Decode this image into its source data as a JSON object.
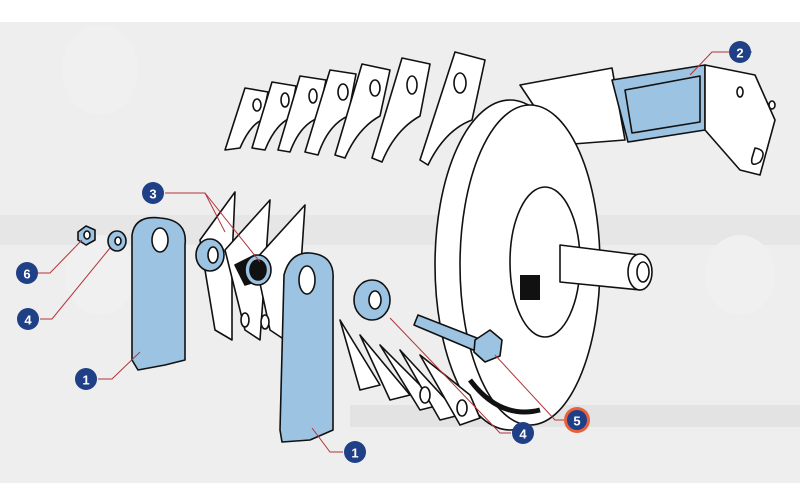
{
  "diagram": {
    "type": "exploded-view",
    "colors": {
      "part_highlight": "#9cc4e2",
      "callout_fill": "#1f3f86",
      "callout_highlight_ring": "#e8603c",
      "leader_line": "#b4343a",
      "background": "#eeeeee"
    },
    "callouts": [
      {
        "id": "callout-1a",
        "label": "1",
        "target": "flail-blade-left"
      },
      {
        "id": "callout-1b",
        "label": "1",
        "target": "flail-blade-right"
      },
      {
        "id": "callout-2",
        "label": "2",
        "target": "blade-stack-spacer"
      },
      {
        "id": "callout-3",
        "label": "3",
        "target": "bushing"
      },
      {
        "id": "callout-4a",
        "label": "4",
        "target": "washer-left"
      },
      {
        "id": "callout-4b",
        "label": "4",
        "target": "washer-right"
      },
      {
        "id": "callout-5",
        "label": "5",
        "target": "bolt",
        "highlighted": true
      },
      {
        "id": "callout-6",
        "label": "6",
        "target": "nut"
      }
    ]
  }
}
